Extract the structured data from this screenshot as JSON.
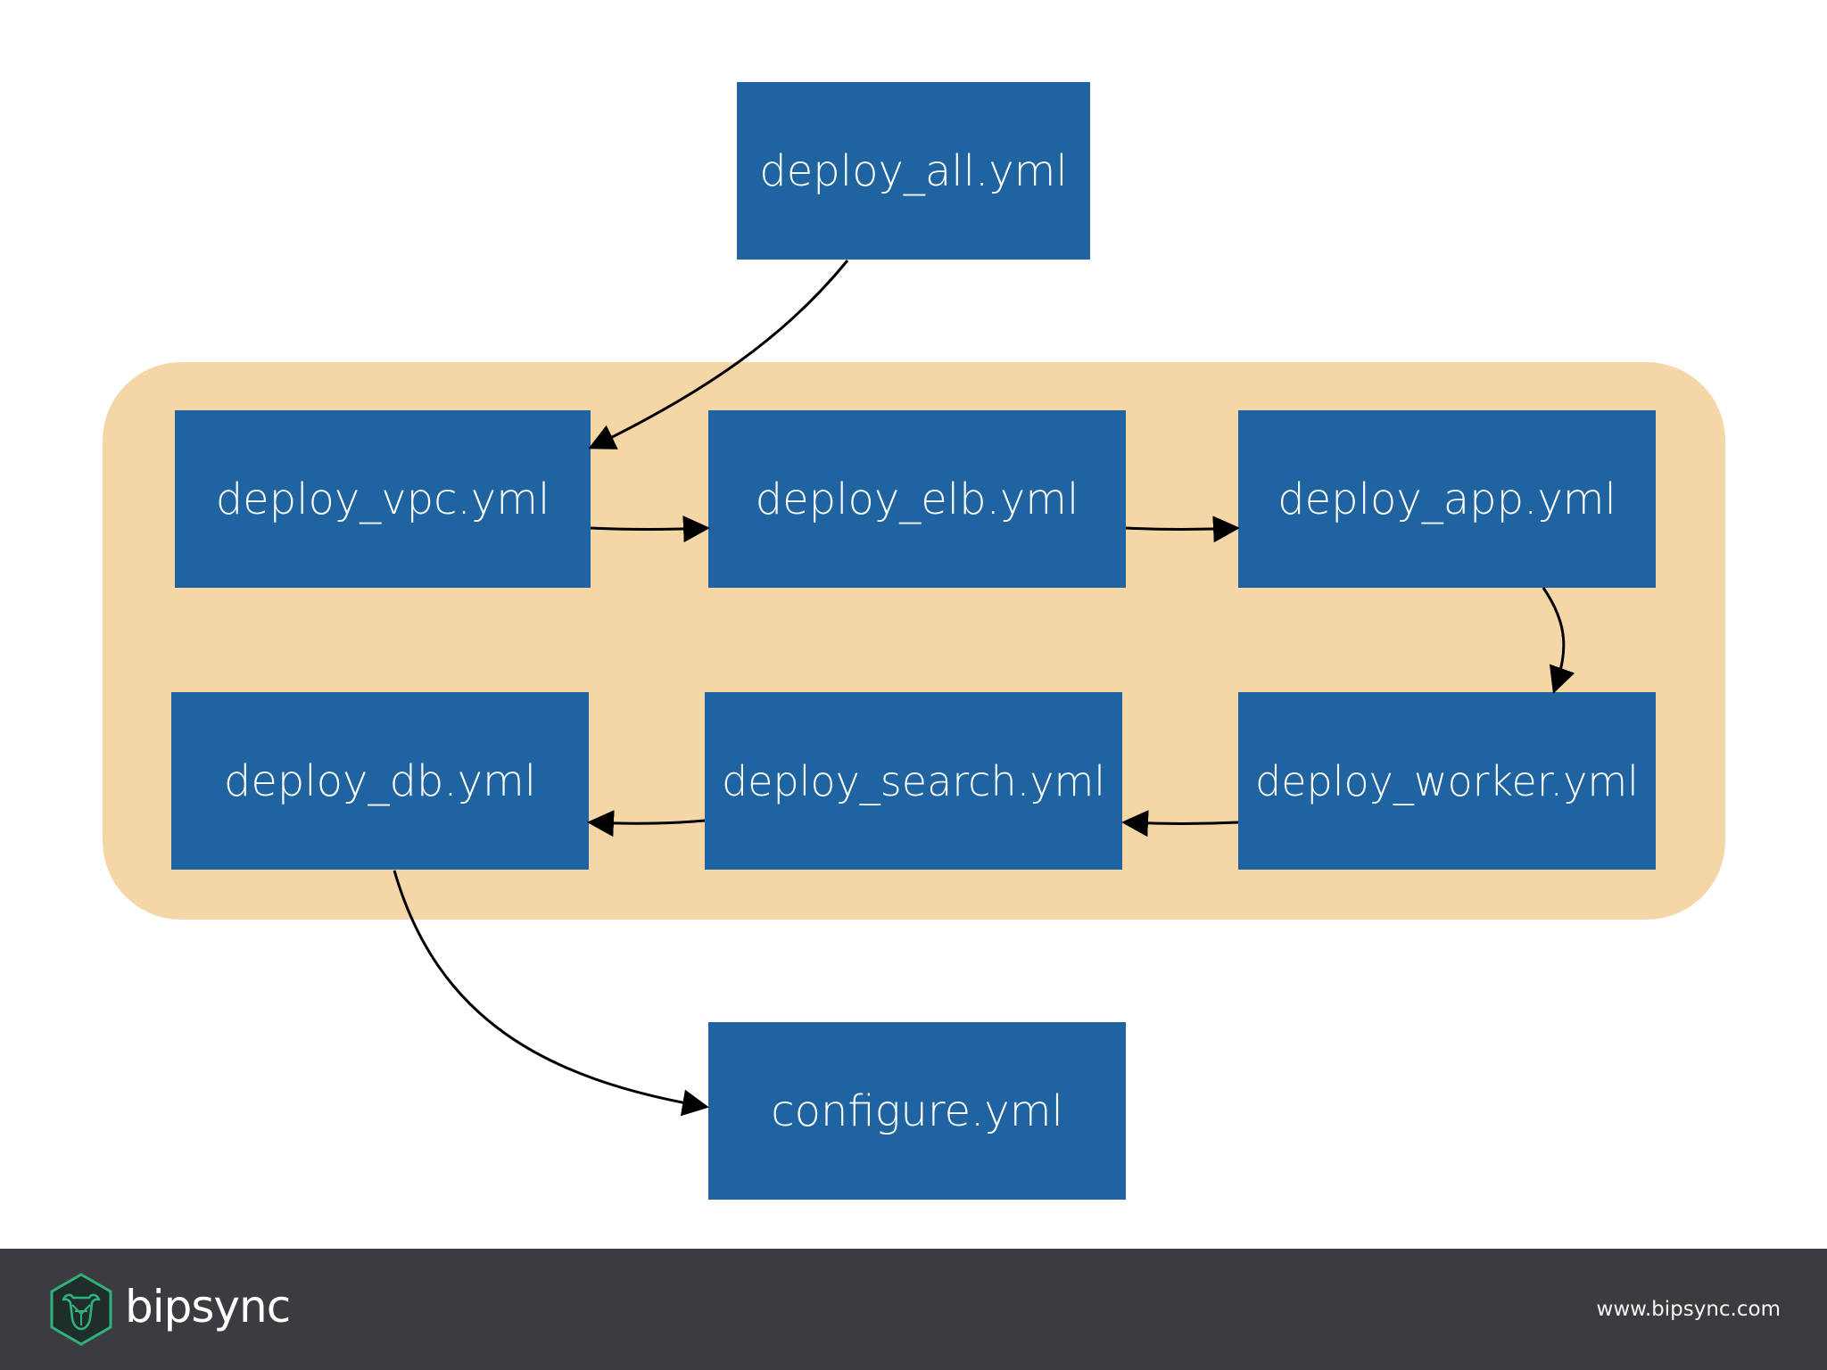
{
  "diagram": {
    "nodes": [
      {
        "id": "deploy_all",
        "label": "deploy_all.yml"
      },
      {
        "id": "deploy_vpc",
        "label": "deploy_vpc.yml"
      },
      {
        "id": "deploy_elb",
        "label": "deploy_elb.yml"
      },
      {
        "id": "deploy_app",
        "label": "deploy_app.yml"
      },
      {
        "id": "deploy_db",
        "label": "deploy_db.yml"
      },
      {
        "id": "deploy_search",
        "label": "deploy_search.yml"
      },
      {
        "id": "deploy_worker",
        "label": "deploy_worker.yml"
      },
      {
        "id": "configure",
        "label": "configure.yml"
      }
    ],
    "edges": [
      {
        "from": "deploy_all",
        "to": "deploy_vpc"
      },
      {
        "from": "deploy_vpc",
        "to": "deploy_elb"
      },
      {
        "from": "deploy_elb",
        "to": "deploy_app"
      },
      {
        "from": "deploy_app",
        "to": "deploy_worker"
      },
      {
        "from": "deploy_worker",
        "to": "deploy_search"
      },
      {
        "from": "deploy_search",
        "to": "deploy_db"
      },
      {
        "from": "deploy_db",
        "to": "configure"
      }
    ],
    "colors": {
      "node_fill": "#1f64a0",
      "node_text": "#ffffff",
      "group_fill": "#f5d6a6",
      "edge": "#000000"
    }
  },
  "footer": {
    "brand_name": "bipsync",
    "url": "www.bipsync.com",
    "logo_icon": "bull-head-hexagon-icon",
    "background": "#3b3b40",
    "logo_color": "#2fb37a"
  }
}
